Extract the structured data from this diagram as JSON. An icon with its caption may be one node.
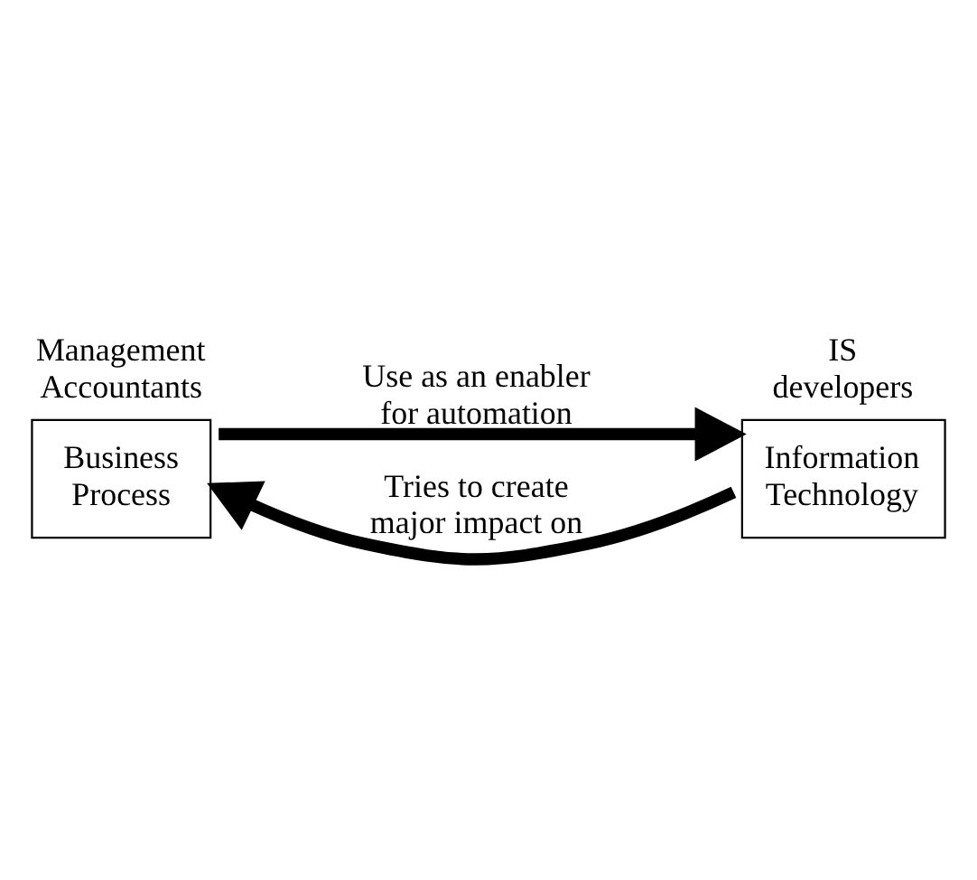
{
  "diagram": {
    "nodes": [
      {
        "text": [
          "Business Process"
        ],
        "beside": [
          "Management Accountants"
        ]
      },
      {
        "text": [
          "Information Technology"
        ],
        "beside": [
          "IS developers"
        ]
      }
    ],
    "edges": [
      {
        "from": 0,
        "to": 1,
        "arrow": "to",
        "label": "Use as an enabler for automation"
      },
      {
        "from": 1,
        "to": 0,
        "arrow": "to",
        "label": "Tries to create major impact on"
      }
    ]
  }
}
